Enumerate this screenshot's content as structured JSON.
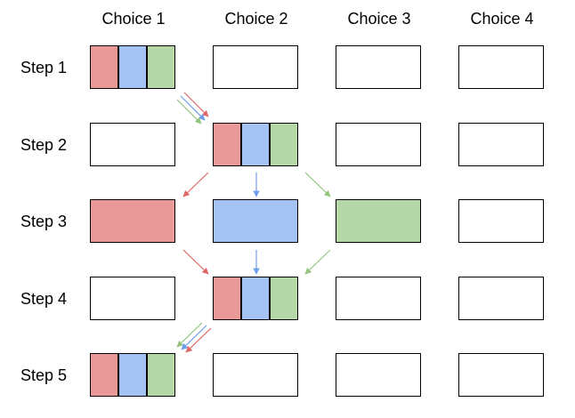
{
  "columns": [
    "Choice 1",
    "Choice 2",
    "Choice 3",
    "Choice 4"
  ],
  "rows": [
    "Step 1",
    "Step 2",
    "Step 3",
    "Step 4",
    "Step 5"
  ],
  "colors": {
    "red": "#ea9999",
    "blue": "#a4c2f4",
    "green": "#b6d7a8",
    "arrow_red": "#e06666",
    "arrow_blue": "#6d9eeb",
    "arrow_green": "#93c47d"
  },
  "grid": [
    [
      [
        "red",
        "blue",
        "green"
      ],
      [],
      [],
      []
    ],
    [
      [],
      [
        "red",
        "blue",
        "green"
      ],
      [],
      []
    ],
    [
      [
        "red"
      ],
      [
        "blue"
      ],
      [
        "green"
      ],
      []
    ],
    [
      [],
      [
        "red",
        "blue",
        "green"
      ],
      [],
      []
    ],
    [
      [
        "red",
        "blue",
        "green"
      ],
      [],
      [],
      []
    ]
  ],
  "arrows": [
    {
      "color": "arrow_red",
      "from": [
        0,
        0
      ],
      "to": [
        1,
        1
      ]
    },
    {
      "color": "arrow_blue",
      "from": [
        0,
        0
      ],
      "to": [
        1,
        1
      ]
    },
    {
      "color": "arrow_green",
      "from": [
        0,
        0
      ],
      "to": [
        1,
        1
      ]
    },
    {
      "color": "arrow_red",
      "from": [
        1,
        1
      ],
      "to": [
        2,
        0
      ]
    },
    {
      "color": "arrow_blue",
      "from": [
        1,
        1
      ],
      "to": [
        2,
        1
      ]
    },
    {
      "color": "arrow_green",
      "from": [
        1,
        1
      ],
      "to": [
        2,
        2
      ]
    },
    {
      "color": "arrow_red",
      "from": [
        2,
        0
      ],
      "to": [
        3,
        1
      ]
    },
    {
      "color": "arrow_blue",
      "from": [
        2,
        1
      ],
      "to": [
        3,
        1
      ]
    },
    {
      "color": "arrow_green",
      "from": [
        2,
        2
      ],
      "to": [
        3,
        1
      ]
    },
    {
      "color": "arrow_green",
      "from": [
        3,
        1
      ],
      "to": [
        4,
        0
      ]
    },
    {
      "color": "arrow_blue",
      "from": [
        3,
        1
      ],
      "to": [
        4,
        0
      ]
    },
    {
      "color": "arrow_red",
      "from": [
        3,
        1
      ],
      "to": [
        4,
        0
      ]
    }
  ]
}
